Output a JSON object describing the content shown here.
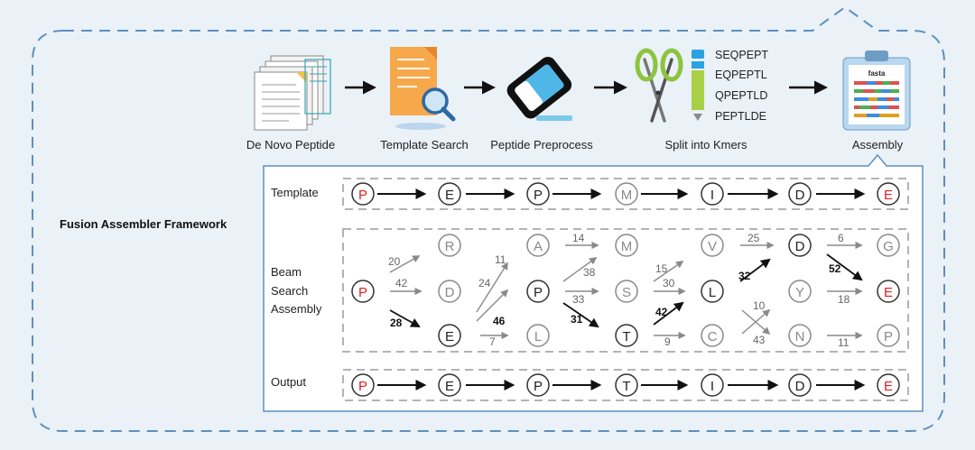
{
  "framework_label": "Fusion Assembler Framework",
  "pipeline": [
    {
      "label": "De Novo Peptide",
      "icon": "documents-stack-icon"
    },
    {
      "label": "Template Search",
      "icon": "document-magnifier-icon"
    },
    {
      "label": "Peptide Preprocess",
      "icon": "eraser-icon"
    },
    {
      "label": "Split into Kmers",
      "icon": "scissors-icon"
    },
    {
      "label": "Assembly",
      "icon": "clipboard-fasta-icon"
    }
  ],
  "kmers": [
    "SEQPEPT",
    "EQPEPTL",
    "QPEPTLD",
    "PEPTLDE"
  ],
  "clipboard_title": "fasta",
  "rows": {
    "template": {
      "label": "Template",
      "nodes": [
        "P",
        "E",
        "P",
        "M",
        "I",
        "D",
        "E"
      ]
    },
    "beam": {
      "label_lines": [
        "Beam",
        "Search",
        "Assembly"
      ],
      "columns": [
        [
          "P"
        ],
        [
          "R",
          "D",
          "E"
        ],
        [
          "A",
          "P",
          "L"
        ],
        [
          "M",
          "S",
          "T"
        ],
        [
          "V",
          "L",
          "C"
        ],
        [
          "D",
          "Y",
          "N"
        ],
        [
          "G",
          "E",
          "P"
        ]
      ],
      "edge_weights": [
        "20",
        "42",
        "28",
        "11",
        "24",
        "46",
        "7",
        "14",
        "38",
        "33",
        "31",
        "15",
        "30",
        "42",
        "9",
        "25",
        "32",
        "10",
        "43",
        "6",
        "52",
        "18",
        "11"
      ]
    },
    "output": {
      "label": "Output",
      "nodes": [
        "P",
        "E",
        "P",
        "T",
        "I",
        "D",
        "E"
      ]
    }
  },
  "colors": {
    "highlight": "#e02020",
    "chosen": "#111111",
    "candidate": "#8a8a8a",
    "dash": "#5d8fc0",
    "panel": "#ffffff"
  }
}
